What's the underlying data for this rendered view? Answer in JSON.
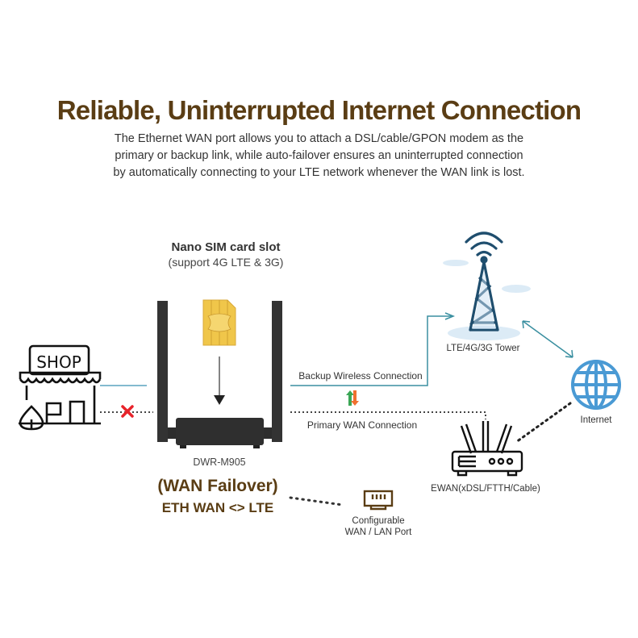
{
  "header": {
    "title": "Reliable, Uninterrupted Internet Connection",
    "description_lines": [
      "The Ethernet WAN port allows you to attach a DSL/cable/GPON modem as the",
      "primary or backup link, while auto-failover ensures an uninterrupted connection",
      "by automatically connecting to your LTE network whenever the WAN link is lost."
    ]
  },
  "sim": {
    "title": "Nano SIM card slot",
    "subtitle": "(support 4G LTE & 3G)"
  },
  "shop": {
    "sign": "SHOP"
  },
  "router": {
    "model": "DWR-M905"
  },
  "connections": {
    "backup": "Backup Wireless Connection",
    "primary": "Primary WAN Connection"
  },
  "tower": {
    "label": "LTE/4G/3G Tower"
  },
  "internet": {
    "label": "Internet"
  },
  "ewan": {
    "label": "EWAN(xDSL/FTTH/Cable)"
  },
  "failover": {
    "title": "(WAN Failover)",
    "subtitle": "ETH WAN <> LTE"
  },
  "port": {
    "label_line1": "Configurable",
    "label_line2": "WAN / LAN Port"
  },
  "colors": {
    "title": "#5a3d14",
    "link_teal": "#3a8fa0",
    "globe": "#4a9ad4",
    "tower": "#1f4e6e",
    "fail_x": "#e8232a",
    "sim_gold": "#f0c64a",
    "arrow_up": "#3aa655",
    "arrow_down": "#f07030"
  }
}
